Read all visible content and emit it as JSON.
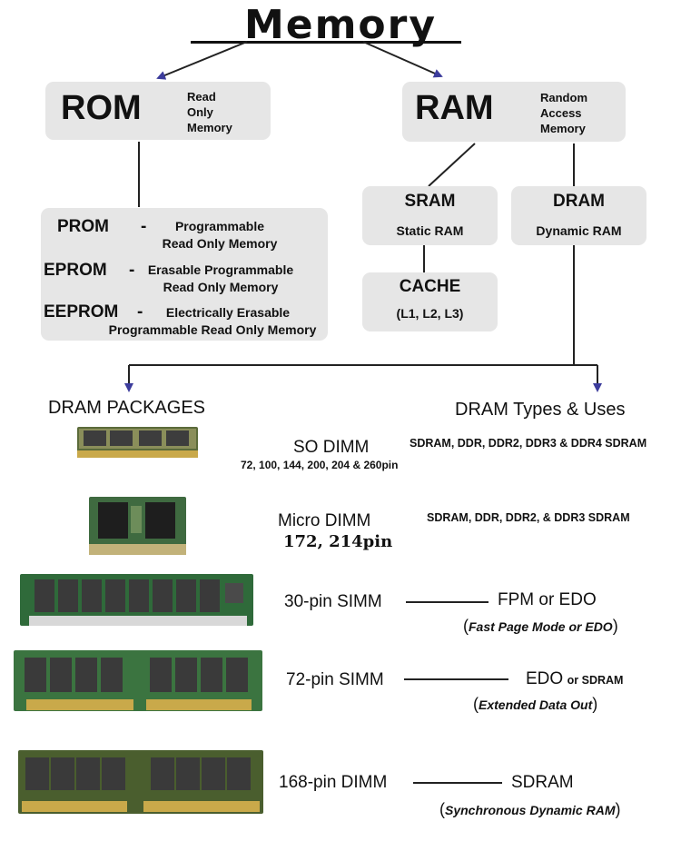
{
  "title": "Memory",
  "rom": {
    "abbr": "ROM",
    "full": [
      "Read",
      "Only",
      "Memory"
    ]
  },
  "ram": {
    "abbr": "RAM",
    "full": [
      "Random",
      "Access",
      "Memory"
    ]
  },
  "rom_types": [
    {
      "abbr": "PROM",
      "dash": "-",
      "desc": [
        "Programmable",
        "Read Only Memory"
      ]
    },
    {
      "abbr": "EPROM",
      "dash": "-",
      "desc": [
        "Erasable Programmable",
        "Read Only Memory"
      ]
    },
    {
      "abbr": "EEPROM",
      "dash": "-",
      "desc": [
        "Electrically Erasable",
        "Programmable Read Only Memory"
      ]
    }
  ],
  "sram": {
    "abbr": "SRAM",
    "full": "Static RAM"
  },
  "dram": {
    "abbr": "DRAM",
    "full": "Dynamic RAM"
  },
  "cache": {
    "abbr": "CACHE",
    "levels": "(L1, L2, L3)"
  },
  "headers": {
    "packages": "DRAM PACKAGES",
    "types": "DRAM Types & Uses"
  },
  "packages": [
    {
      "name": "SO DIMM",
      "pins": "72, 100, 144, 200, 204 & 260pin",
      "types": "SDRAM, DDR, DDR2, DDR3 & DDR4 SDRAM"
    },
    {
      "name": "Micro DIMM",
      "pins": "172, 214pin",
      "types": "SDRAM, DDR, DDR2, & DDR3 SDRAM"
    },
    {
      "name": "30-pin SIMM",
      "tech": "FPM or EDO",
      "tech_suffix": "",
      "expansion": "Fast Page Mode or EDO"
    },
    {
      "name": "72-pin SIMM",
      "tech": "EDO",
      "tech_suffix": "or SDRAM",
      "expansion": "Extended Data Out"
    },
    {
      "name": "168-pin DIMM",
      "tech": "SDRAM",
      "tech_suffix": "",
      "expansion": "Synchronous Dynamic RAM"
    }
  ],
  "colors": {
    "box": "#e6e6e6",
    "arrow": "#3c3c9c",
    "pcb": "#2f6a3a",
    "chip": "#3a3a3a"
  }
}
